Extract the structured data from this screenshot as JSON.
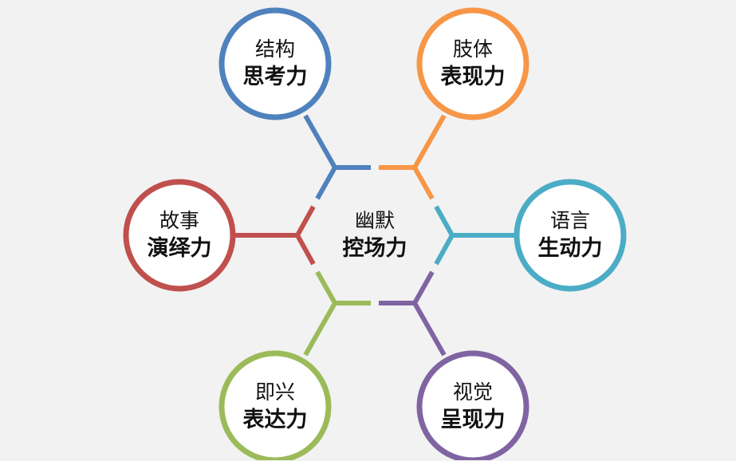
{
  "center": {
    "line1": "幽默",
    "line2": "控场力"
  },
  "nodes": [
    {
      "id": "structure",
      "line1": "结构",
      "line2": "思考力",
      "color": "#4f81bd"
    },
    {
      "id": "body",
      "line1": "肢体",
      "line2": "表现力",
      "color": "#f79646"
    },
    {
      "id": "story",
      "line1": "故事",
      "line2": "演绎力",
      "color": "#c0504d"
    },
    {
      "id": "language",
      "line1": "语言",
      "line2": "生动力",
      "color": "#4bacc6"
    },
    {
      "id": "improv",
      "line1": "即兴",
      "line2": "表达力",
      "color": "#9bbb59"
    },
    {
      "id": "visual",
      "line1": "视觉",
      "line2": "呈现力",
      "color": "#8064a2"
    }
  ]
}
